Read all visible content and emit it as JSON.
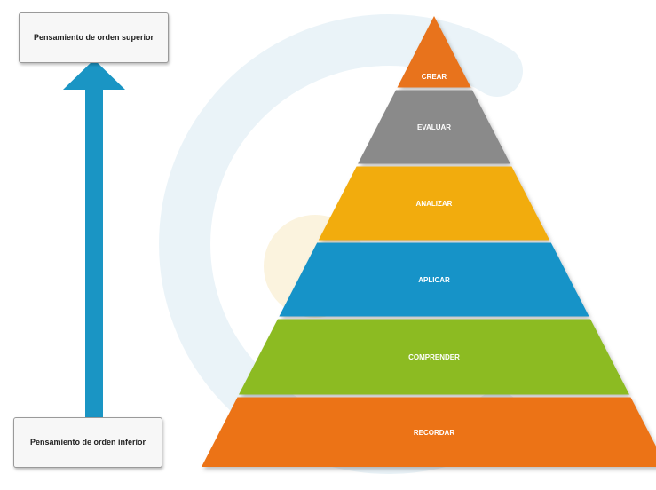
{
  "labels": {
    "top": "Pensamiento de orden superior",
    "bottom": "Pensamiento de orden inferior"
  },
  "levels": [
    {
      "label": "CREAR",
      "color": "#e8731c"
    },
    {
      "label": "EVALUAR",
      "color": "#8a8a8a"
    },
    {
      "label": "ANALIZAR",
      "color": "#f2ac0f"
    },
    {
      "label": "APLICAR",
      "color": "#1793c8"
    },
    {
      "label": "COMPRENDER",
      "color": "#8cbb24"
    },
    {
      "label": "RECORDAR",
      "color": "#ec7313"
    }
  ],
  "colors": {
    "arrow": "#1a95c4",
    "label_text": "#ffffff",
    "watermark_blue": "#eaf3f8",
    "watermark_yellow": "#fbf3de"
  },
  "icons": {
    "arrow": "up-arrow-icon",
    "watermark": "watermark-logo"
  }
}
